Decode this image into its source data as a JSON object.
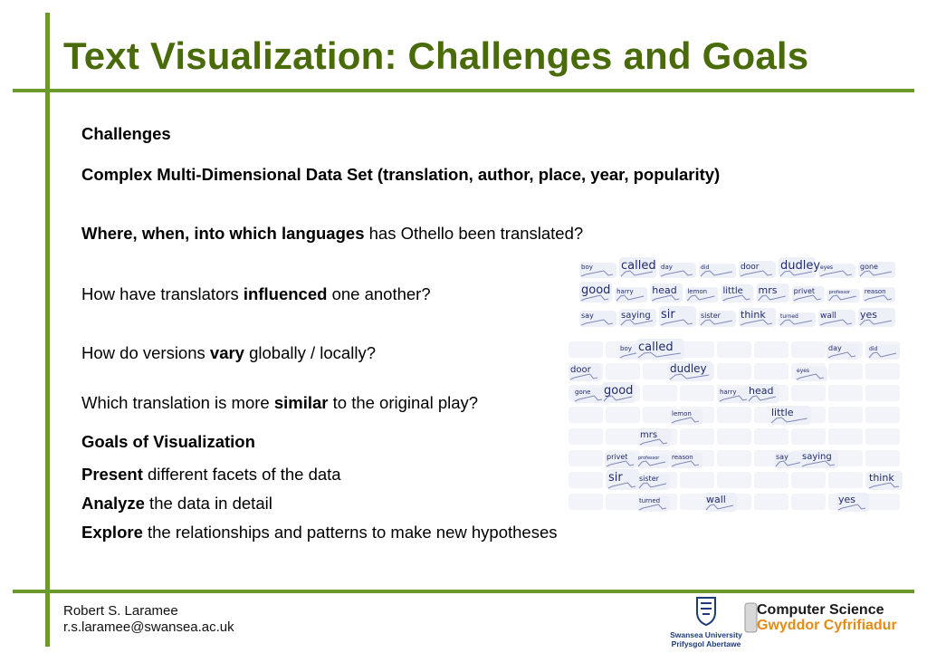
{
  "slide": {
    "title": "Text Visualization: Challenges and Goals",
    "challenges_heading": "Challenges",
    "complex_line": "Complex Multi-Dimensional Data Set (translation, author, place, year, popularity)",
    "q1": {
      "bold": "Where, when, into which languages",
      "rest": " has Othello been translated?"
    },
    "q2": {
      "pre": "How have translators ",
      "bold": "influenced",
      "post": " one another?"
    },
    "q3": {
      "pre": "How do versions ",
      "bold": "vary",
      "post": " globally / locally?"
    },
    "q4": {
      "pre": "Which translation is more ",
      "bold": "similar",
      "post": " to the original play?"
    },
    "goals_heading": "Goals of Visualization",
    "goal1": {
      "bold": "Present",
      "rest": " different facets of the data"
    },
    "goal2": {
      "bold": "Analyze",
      "rest": " the data in detail"
    },
    "goal3": {
      "bold": "Explore",
      "rest": " the relationships and patterns to make new hypotheses"
    }
  },
  "viz_top": {
    "rows": [
      [
        "boy",
        "called",
        "day",
        "did",
        "door",
        "dudley",
        "eyes",
        "gone"
      ],
      [
        "good",
        "harry",
        "head",
        "lemon",
        "little",
        "mrs",
        "privet",
        "professor",
        "reason"
      ],
      [
        "say",
        "saying",
        "sir",
        "sister",
        "think",
        "turned",
        "wall",
        "yes"
      ]
    ]
  },
  "viz_bottom": {
    "words": [
      "boy",
      "called",
      "day",
      "did",
      "door",
      "dudley",
      "eyes",
      "gone",
      "good",
      "harry",
      "head",
      "lemon",
      "little",
      "mrs",
      "privet",
      "professor",
      "reason",
      "say",
      "saying",
      "sir",
      "sister",
      "think",
      "turned",
      "wall",
      "yes"
    ]
  },
  "footer": {
    "name": "Robert S. Laramee",
    "email": "r.s.laramee@swansea.ac.uk"
  },
  "logos": {
    "swansea_line1": "Swansea University",
    "swansea_line2": "Prifysgol Abertawe",
    "cs_line1": "Computer Science",
    "cs_line2": "Gwyddor Cyfrifiadur"
  },
  "colors": {
    "accent_green": "#6a9a2a",
    "title_green": "#4a6b0a",
    "cs_orange": "#e58a16"
  }
}
